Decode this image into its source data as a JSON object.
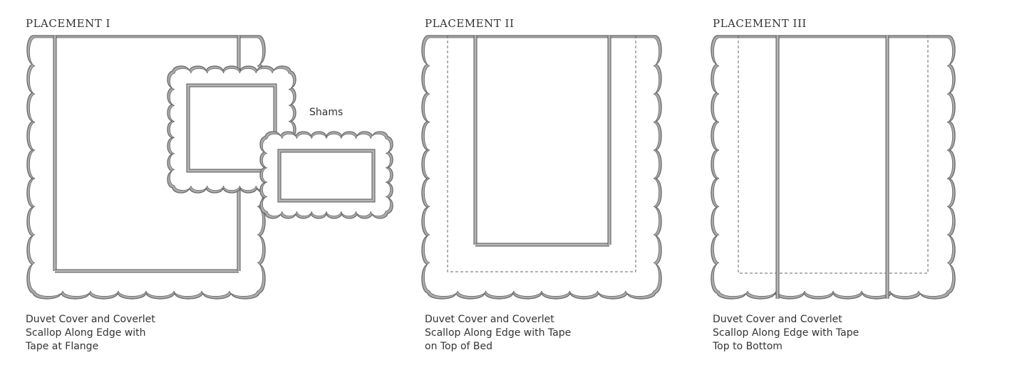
{
  "placements": [
    {
      "title": "PLACEMENT I",
      "caption": [
        "Duvet Cover and Coverlet",
        "Scallop Along Edge with",
        "Tape at Flange"
      ],
      "shams_label": "Shams"
    },
    {
      "title": "PLACEMENT II",
      "caption": [
        "Duvet Cover and Coverlet",
        "Scallop Along Edge with  Tape",
        "on Top of Bed"
      ]
    },
    {
      "title": "PLACEMENT III",
      "caption": [
        "Duvet Cover and Coverlet",
        "Scallop Along Edge with  Tape",
        "Top to Bottom"
      ]
    }
  ],
  "colors": {
    "scallop_fill": "#ffffff",
    "scallop_stroke": "#666666",
    "tape_fill": "#b5b5b5",
    "tape_stroke": "#555555",
    "dashed_line": "#666666",
    "text": "#333333"
  }
}
